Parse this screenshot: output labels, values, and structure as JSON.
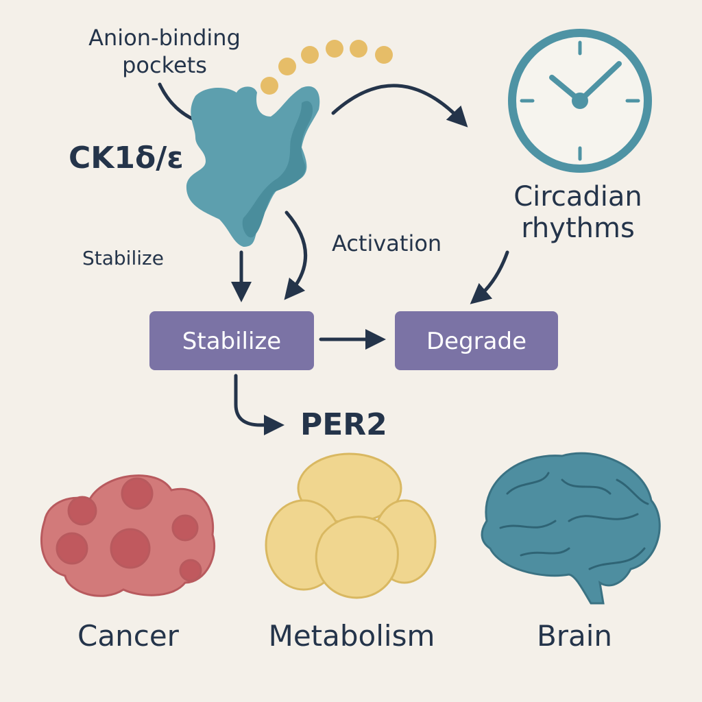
{
  "labels": {
    "anion_line1": "Anion-binding",
    "anion_line2": "pockets",
    "enzyme": "CK1δ/ε",
    "circadian_line1": "Circadian",
    "circadian_line2": "rhythms",
    "stabilize_side": "Stabilize",
    "activation": "Activation",
    "per2": "PER2"
  },
  "boxes": {
    "stabilize": "Stabilize",
    "degrade": "Degrade"
  },
  "outcomes": [
    {
      "label": "Cancer"
    },
    {
      "label": "Metabolism"
    },
    {
      "label": "Brain"
    }
  ],
  "colors": {
    "background": "#f4f0e9",
    "text": "#24344a",
    "protein": "#5d9fae",
    "dots": "#e6bd68",
    "box": "#7b73a5",
    "cancer": "#d27a7a",
    "metabolism": "#f0d68f",
    "brain": "#4e8ea0"
  }
}
